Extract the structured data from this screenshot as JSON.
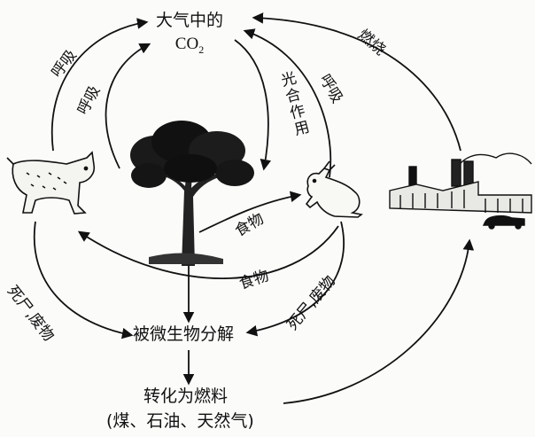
{
  "nodes": {
    "co2_line1": "大气中的",
    "co2_line2_base": "CO",
    "co2_line2_sub": "2",
    "decomposers": "被微生物分解",
    "fuel_line1": "转化为燃料",
    "fuel_line2": "(煤、石油、天然气)"
  },
  "edges": {
    "respiration_animal_outer": "呼吸",
    "respiration_tree": "呼吸",
    "photosynthesis": "光合作用",
    "respiration_rabbit": "呼吸",
    "burning": "燃烧",
    "food_to_rabbit": "食物",
    "food_to_lynx": "食物",
    "death_left": "死尸,废物",
    "death_right": "死尸,废物"
  },
  "colors": {
    "ink": "#111111",
    "background": "#fbfbf9"
  }
}
